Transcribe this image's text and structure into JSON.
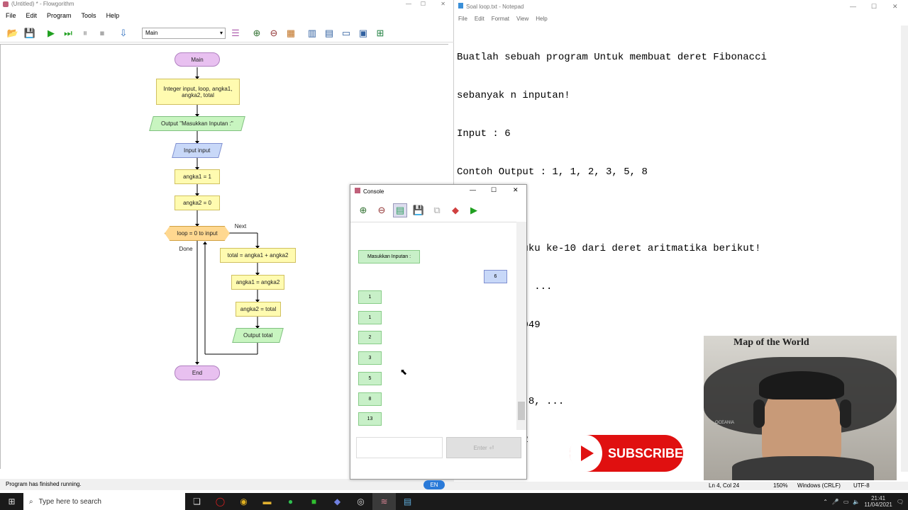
{
  "flowgorithm": {
    "title": "(Untitled) * - Flowgorithm",
    "menu": [
      "File",
      "Edit",
      "Program",
      "Tools",
      "Help"
    ],
    "function_select": "Main",
    "status": "Program has finished running.",
    "nodes": {
      "main": "Main",
      "declare": "Integer input, loop, angka1, angka2, total",
      "output1": "Output \"Masukkan Inputan :\"",
      "input": "Input input",
      "assign1": "angka1 = 1",
      "assign2": "angka2 = 0",
      "loop": "loop = 0 to input",
      "next": "Next",
      "done": "Done",
      "total": "total = angka1 + angka2",
      "assign3": "angka1 = angka2",
      "assign4": "angka2 = total",
      "output2": "Output total",
      "end": "End"
    }
  },
  "notepad": {
    "title": "Soal loop.txt - Notepad",
    "menu": [
      "File",
      "Edit",
      "Format",
      "View",
      "Help"
    ],
    "lines": [
      "Buatlah sebuah program Untuk membuat deret Fibonacci",
      "sebanyak n inputan!",
      "Input : 6",
      "Contoh Output : 1, 1, 2, 3, 5, 8",
      "",
      "Outputkan suku ke-10 dari deret aritmatika berikut!",
      "A. 3, 9, 27, ...",
      "Output : 59049",
      "",
      "B. 1, 2, 4, 8, ...",
      "Output : 512"
    ],
    "status": {
      "position": "Ln 4, Col 24",
      "zoom": "150%",
      "eol": "Windows (CRLF)",
      "encoding": "UTF-8"
    }
  },
  "console": {
    "title": "Console",
    "prompt": "Masukkan Inputan :",
    "user_input": "6",
    "outputs": [
      "1",
      "1",
      "2",
      "3",
      "5",
      "8",
      "13"
    ],
    "enter_label": "Enter"
  },
  "taskbar": {
    "search_placeholder": "Type here to search",
    "language": "EN",
    "time": "21:41",
    "date": "11/04/2021"
  },
  "overlay": {
    "subscribe": "SUBSCRIBE",
    "map_text": "Map of the World",
    "map_label": "OCEANIA"
  }
}
